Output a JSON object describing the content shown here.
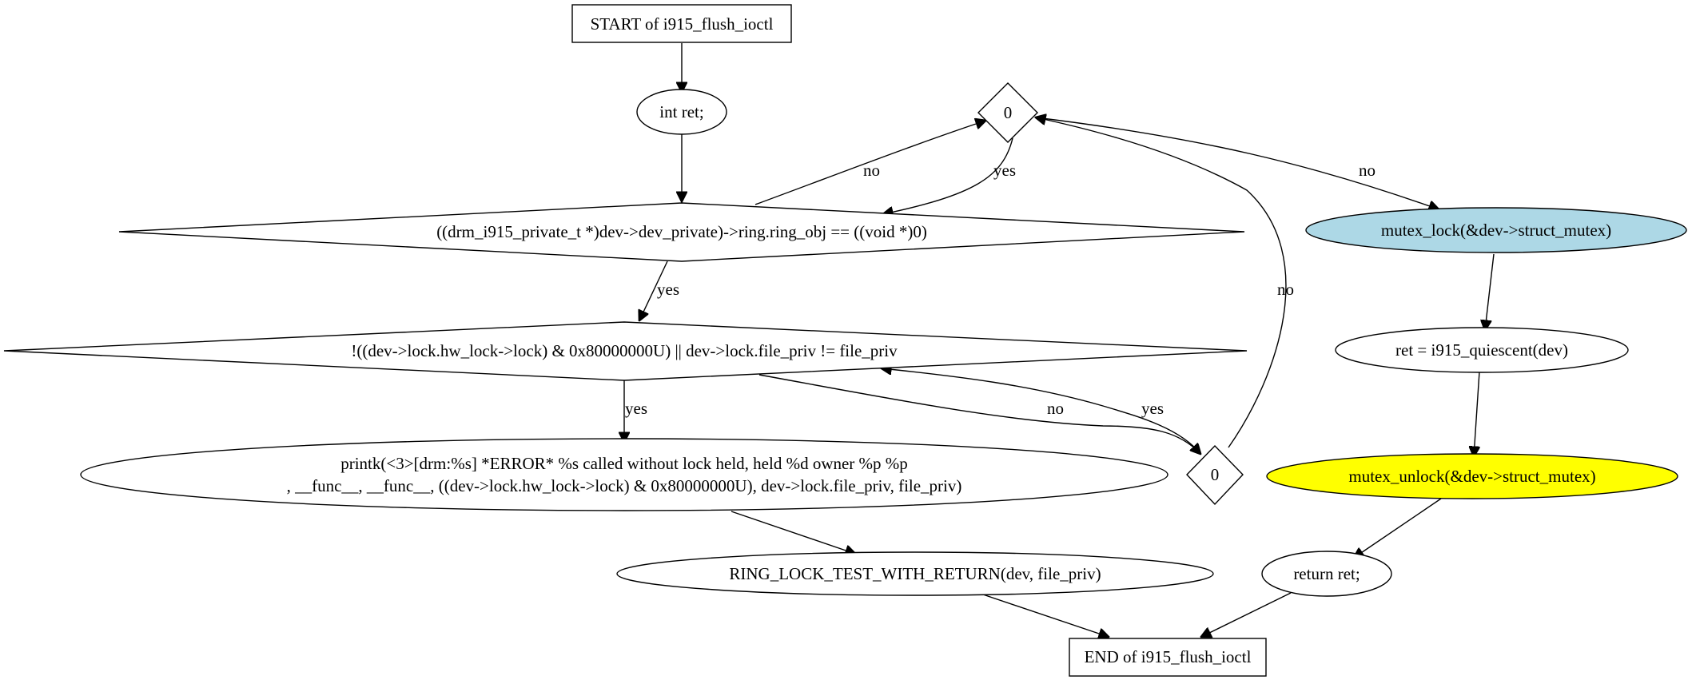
{
  "nodes": {
    "start": {
      "label": "START of i915_flush_ioctl",
      "fill": "#ffffff"
    },
    "int_ret": {
      "label": "int ret;",
      "fill": "#ffffff"
    },
    "cond_zero_top": {
      "label": "0",
      "fill": "#ffffff"
    },
    "cond_ring": {
      "label": "((drm_i915_private_t *)dev->dev_private)->ring.ring_obj == ((void *)0)",
      "fill": "#ffffff"
    },
    "mutex_lock": {
      "label": "mutex_lock(&dev->struct_mutex)",
      "fill": "#add8e6"
    },
    "cond_lock": {
      "label": "!((dev->lock.hw_lock->lock) & 0x80000000U) || dev->lock.file_priv != file_priv",
      "fill": "#ffffff"
    },
    "quiescent": {
      "label": "ret = i915_quiescent(dev)",
      "fill": "#ffffff"
    },
    "printk": {
      "label_line1": "printk(<3>[drm:%s] *ERROR* %s called without lock held, held  %d owner %p %p",
      "label_line2": ", __func__, __func__, ((dev->lock.hw_lock->lock) & 0x80000000U), dev->lock.file_priv, file_priv)",
      "fill": "#ffffff"
    },
    "cond_zero_bottom": {
      "label": "0",
      "fill": "#ffffff"
    },
    "mutex_unlock": {
      "label": "mutex_unlock(&dev->struct_mutex)",
      "fill": "#ffff00"
    },
    "ring_lock": {
      "label": "RING_LOCK_TEST_WITH_RETURN(dev, file_priv)",
      "fill": "#ffffff"
    },
    "return_ret": {
      "label": "return ret;",
      "fill": "#ffffff"
    },
    "end": {
      "label": "END of i915_flush_ioctl",
      "fill": "#ffffff"
    }
  },
  "edges": [
    {
      "from": "start",
      "to": "int_ret",
      "label": ""
    },
    {
      "from": "int_ret",
      "to": "cond_ring",
      "label": ""
    },
    {
      "from": "cond_ring",
      "to": "cond_zero_top",
      "label": "no"
    },
    {
      "from": "cond_zero_top",
      "to": "cond_ring",
      "label": "yes"
    },
    {
      "from": "cond_zero_top",
      "to": "mutex_lock",
      "label": "no"
    },
    {
      "from": "cond_ring",
      "to": "cond_lock",
      "label": "yes"
    },
    {
      "from": "cond_lock",
      "to": "printk",
      "label": "yes"
    },
    {
      "from": "cond_lock",
      "to": "cond_zero_bottom",
      "label": "no"
    },
    {
      "from": "cond_zero_bottom",
      "to": "cond_lock",
      "label": "yes"
    },
    {
      "from": "cond_zero_bottom",
      "to": "cond_zero_top",
      "label": "no"
    },
    {
      "from": "printk",
      "to": "ring_lock",
      "label": ""
    },
    {
      "from": "ring_lock",
      "to": "end",
      "label": ""
    },
    {
      "from": "mutex_lock",
      "to": "quiescent",
      "label": ""
    },
    {
      "from": "quiescent",
      "to": "mutex_unlock",
      "label": ""
    },
    {
      "from": "mutex_unlock",
      "to": "return_ret",
      "label": ""
    },
    {
      "from": "return_ret",
      "to": "end",
      "label": ""
    }
  ]
}
